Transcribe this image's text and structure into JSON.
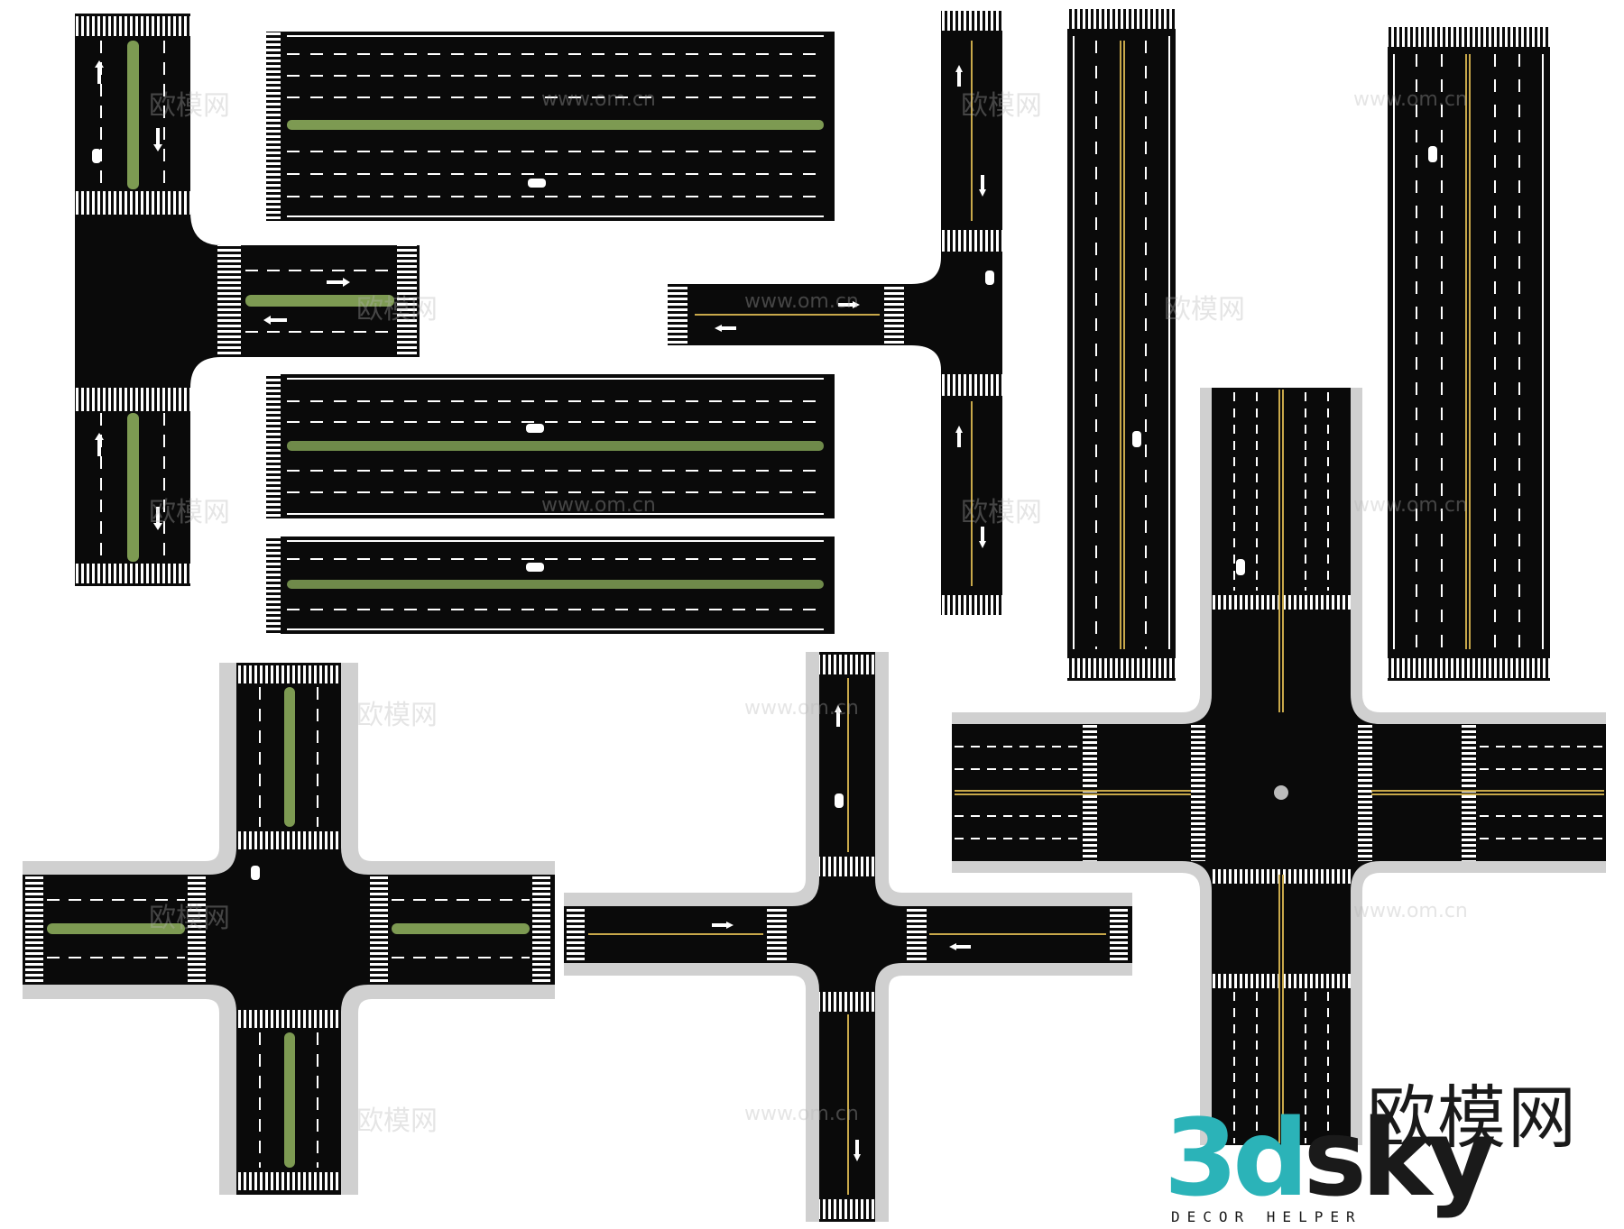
{
  "scene": {
    "colors": {
      "background": "#ffffff",
      "asphalt": "#0a0a0a",
      "lane_marking": "#ffffff",
      "median": "#7d9a52",
      "center_line": "#c8a84a",
      "sidewalk": "#d0d0d0"
    },
    "pieces": [
      {
        "name": "t-junction-left",
        "kind": "t-intersection"
      },
      {
        "name": "straight-road-wide-top",
        "kind": "straight-road"
      },
      {
        "name": "straight-road-wide-middle",
        "kind": "straight-road"
      },
      {
        "name": "straight-road-wide-bottom",
        "kind": "straight-road"
      },
      {
        "name": "t-junction-right",
        "kind": "t-intersection"
      },
      {
        "name": "vertical-road-four-lane",
        "kind": "straight-road"
      },
      {
        "name": "vertical-road-six-lane",
        "kind": "straight-road"
      },
      {
        "name": "cross-junction-median",
        "kind": "four-way-intersection"
      },
      {
        "name": "cross-junction-narrow",
        "kind": "four-way-intersection"
      },
      {
        "name": "cross-junction-large",
        "kind": "four-way-intersection"
      }
    ]
  },
  "watermarks": {
    "cn": "欧模网",
    "url": "www.om.cn"
  },
  "logo": {
    "cn_text": "欧模网",
    "mark_part1": "3d",
    "mark_part2": "sky",
    "tagline": "DECOR HELPER",
    "accent_color": "#2bb3b8"
  }
}
